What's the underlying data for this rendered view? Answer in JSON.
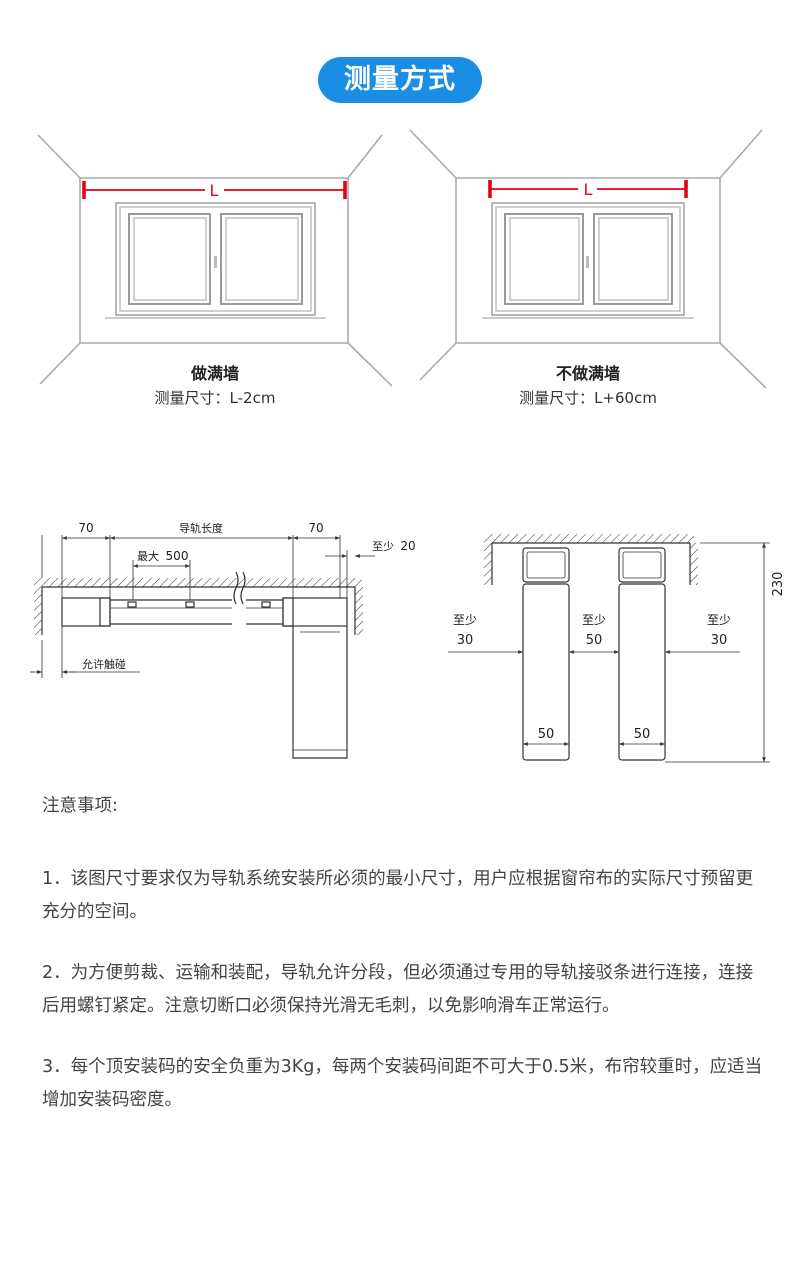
{
  "section_title": "测量方式",
  "full_wall": {
    "dim_label": "L",
    "caption": "做满墙",
    "measure": "测量尺寸：L-2cm"
  },
  "partial_wall": {
    "dim_label": "L",
    "caption": "不做满墙",
    "measure": "测量尺寸：L+60cm"
  },
  "track_diagram": {
    "left_margin": "70",
    "track_length_label": "导轨长度",
    "right_margin": "70",
    "max_label": "最大",
    "max_value": "500",
    "min_gap_label": "至少",
    "min_gap_value": "20",
    "allow_touch": "允许触碰"
  },
  "spacing_diagram": {
    "min_label": "至少",
    "left_value": "30",
    "middle_value": "50",
    "right_value": "30",
    "width_left": "50",
    "width_right": "50",
    "height_value": "230"
  },
  "notes": {
    "heading": "注意事项:",
    "items": [
      "1．该图尺寸要求仅为导轨系统安装所必须的最小尺寸，用户应根据窗帘布的实际尺寸预留更充分的空间。",
      "2．为方便剪裁、运输和装配，导轨允许分段，但必须通过专用的导轨接驳条进行连接，连接后用螺钉紧定。注意切断口必须保持光滑无毛刺，以免影响滑车正常运行。",
      "3．每个顶安装码的安全负重为3Kg，每两个安装码间距不可大于0.5米，布帘较重时，应适当增加安装码密度。"
    ]
  }
}
